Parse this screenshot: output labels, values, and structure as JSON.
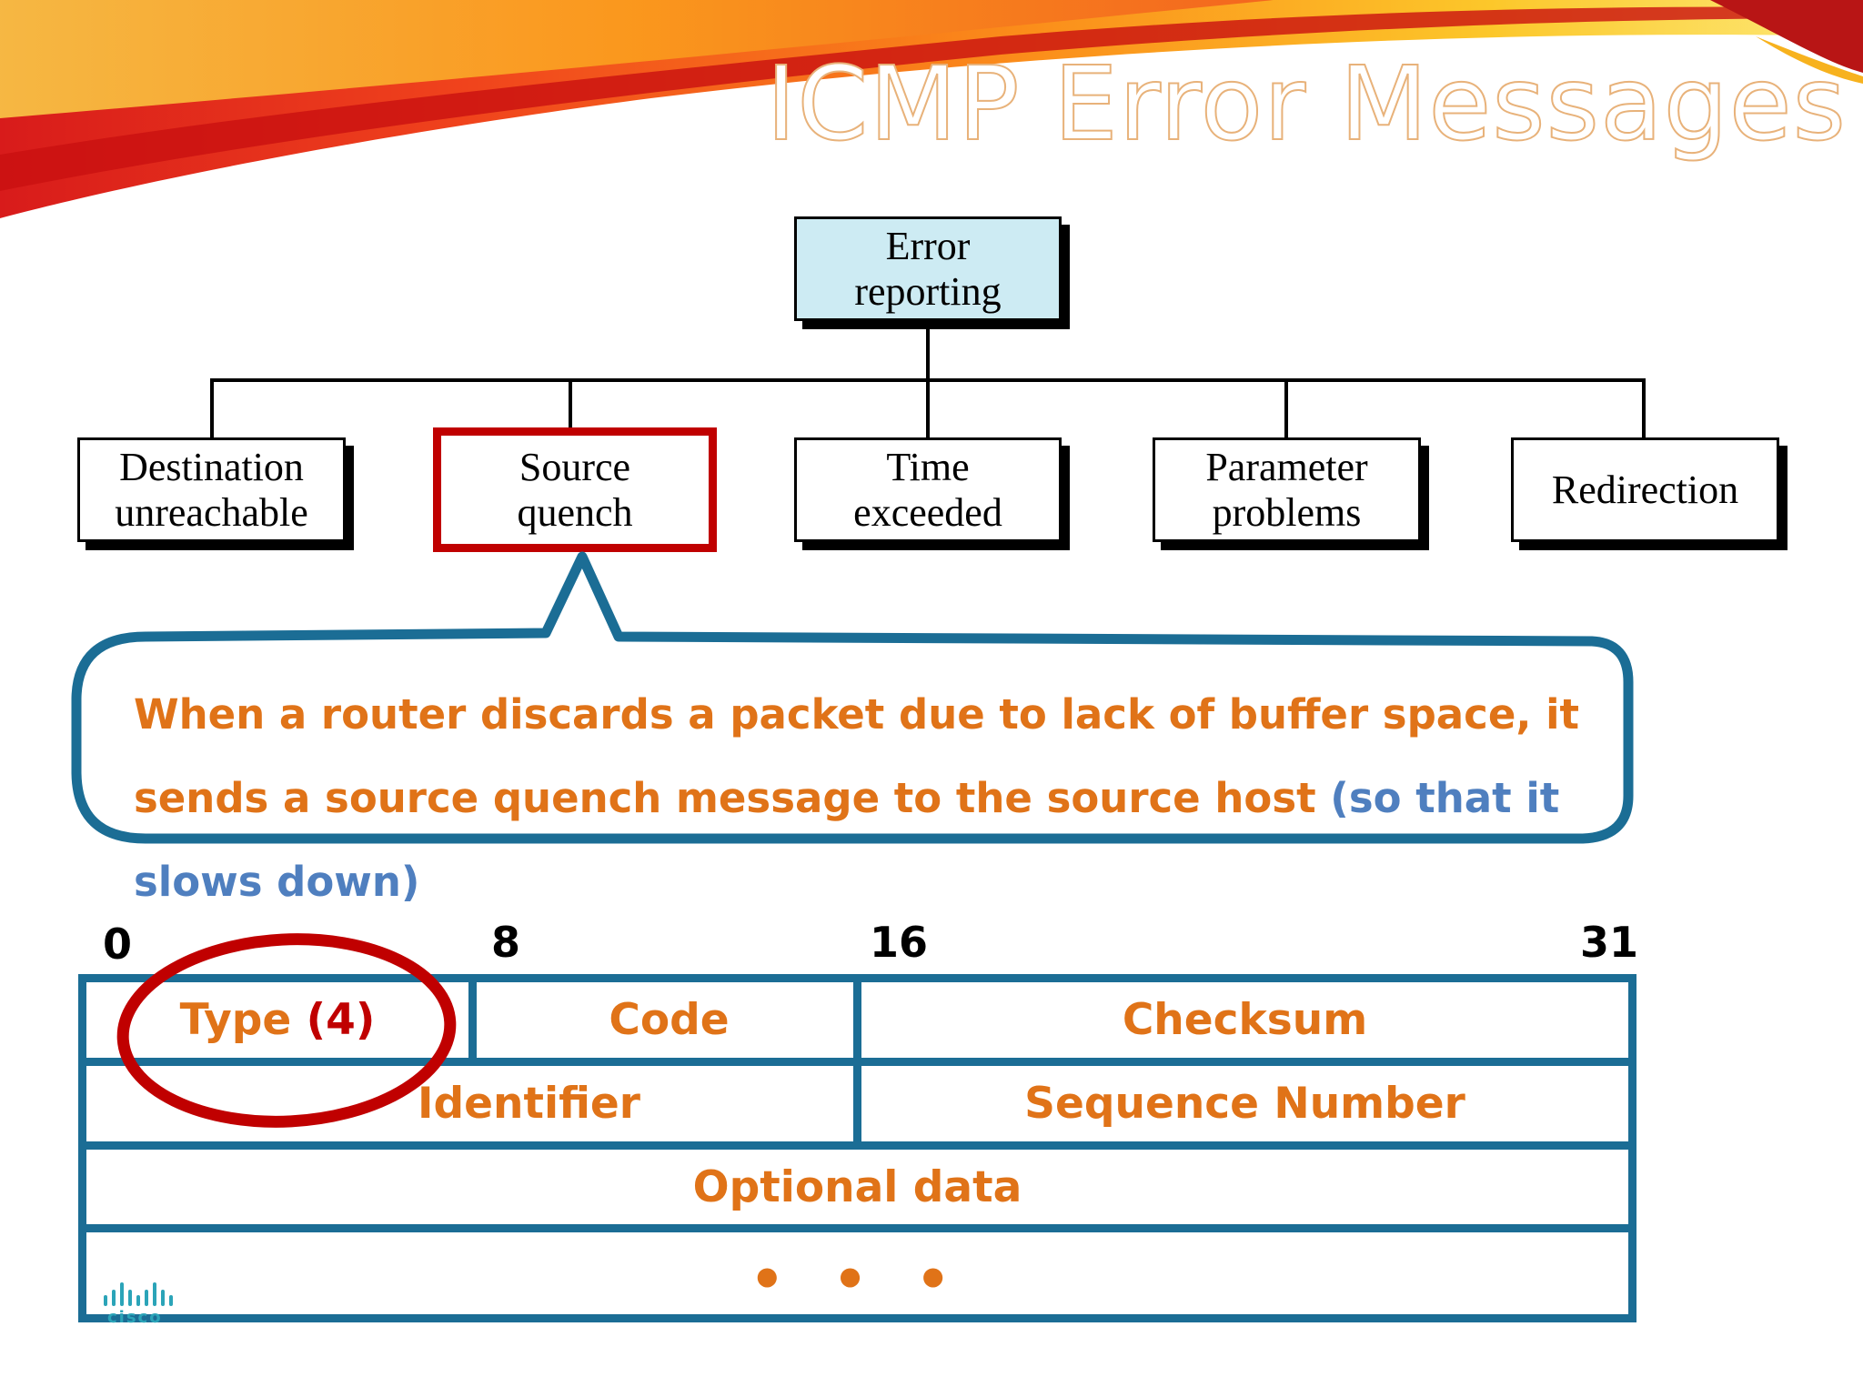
{
  "title": "ICMP Error Messages",
  "tree": {
    "root": [
      "Error",
      "reporting"
    ],
    "children": [
      {
        "lines": [
          "Destination",
          "unreachable"
        ],
        "highlighted": false
      },
      {
        "lines": [
          "Source",
          "quench"
        ],
        "highlighted": true
      },
      {
        "lines": [
          "Time",
          "exceeded"
        ],
        "highlighted": false
      },
      {
        "lines": [
          "Parameter",
          "problems"
        ],
        "highlighted": false
      },
      {
        "lines": [
          "Redirection"
        ],
        "highlighted": false
      }
    ]
  },
  "callout": {
    "main": "When a router discards a packet due to lack of buffer space, it sends a source quench message to the source host",
    "aside": "(so that it slows down)"
  },
  "bit_positions": [
    "0",
    "8",
    "16",
    "31"
  ],
  "packet_header": {
    "row1": {
      "type_label": "Type",
      "type_value": "(4)",
      "code": "Code",
      "checksum": "Checksum"
    },
    "row2": {
      "identifier": "Identifier",
      "sequence": "Sequence Number"
    },
    "row3": {
      "optional": "Optional data"
    },
    "row4": {
      "continuation": "• • •"
    }
  },
  "logo_text": "cisco",
  "colors": {
    "accent_orange": "#e07318",
    "accent_blue": "#4f7fbf",
    "frame_blue": "#1b6d95",
    "highlight_red": "#c00000",
    "root_fill": "#cdebf3"
  }
}
